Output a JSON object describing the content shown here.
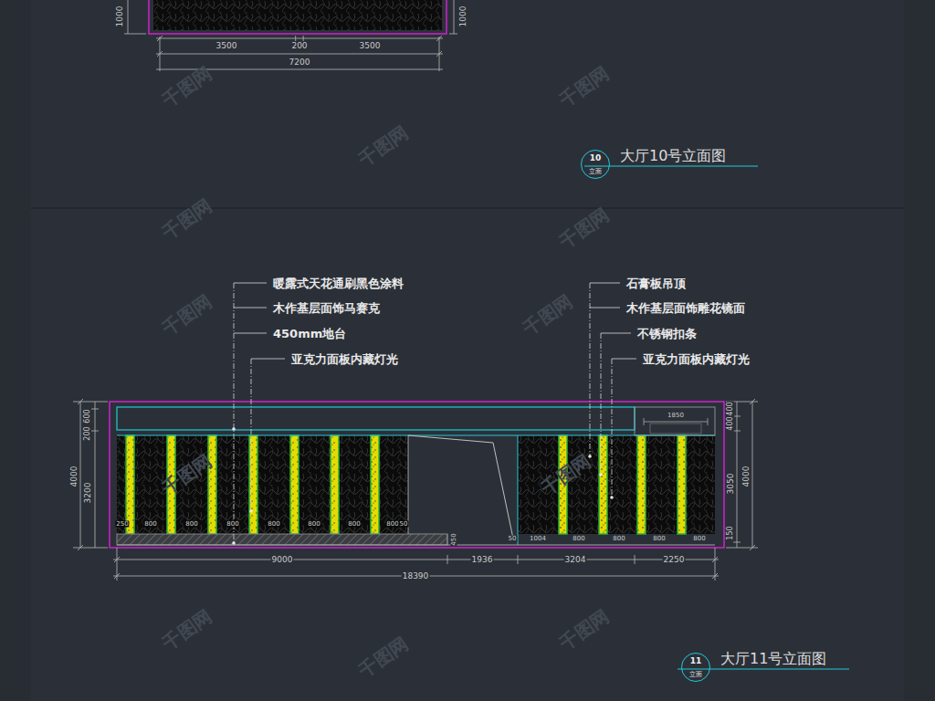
{
  "diagram": {
    "nodes": [
      {
        "text": [
          "10",
          "立面",
          "大厅10号立面图"
        ]
      },
      {
        "text": [
          "11",
          "立面",
          "大厅11号立面图"
        ]
      }
    ],
    "labels": [
      "1000",
      "1000",
      "3500",
      "200",
      "3500",
      "7200",
      "暖露式天花通刷黑色涂料",
      "木作基层面饰马赛克",
      "450mm地台",
      "亚克力面板内藏灯光",
      "石膏板吊顶",
      "木作基层面饰雕花镜面",
      "不锈钢扣条",
      "亚克力面板内藏灯光",
      "200",
      "600",
      "4000",
      "3200",
      "1850",
      "400",
      "400",
      "3050",
      "4000",
      "150",
      "450",
      "9000",
      "1936",
      "3204",
      "2250",
      "18390",
      "250",
      "800",
      "800",
      "800",
      "800",
      "800",
      "800",
      "800",
      "50",
      "50",
      "1004",
      "800",
      "800",
      "800",
      "800",
      "千图网",
      "千图网",
      "千图网",
      "千图网",
      "千图网",
      "千图网",
      "千图网",
      "千图网",
      "千图网",
      "千图网",
      "千图网",
      "千图网"
    ]
  }
}
